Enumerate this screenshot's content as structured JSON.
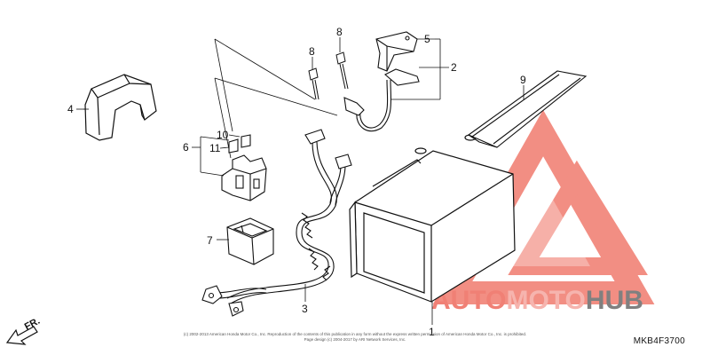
{
  "callouts": [
    {
      "id": "1",
      "label": "1"
    },
    {
      "id": "2",
      "label": "2"
    },
    {
      "id": "3",
      "label": "3"
    },
    {
      "id": "4",
      "label": "4"
    },
    {
      "id": "5",
      "label": "5"
    },
    {
      "id": "6",
      "label": "6"
    },
    {
      "id": "7",
      "label": "7"
    },
    {
      "id": "8a",
      "label": "8"
    },
    {
      "id": "8b",
      "label": "8"
    },
    {
      "id": "9",
      "label": "9"
    },
    {
      "id": "10",
      "label": "10"
    },
    {
      "id": "11",
      "label": "11"
    }
  ],
  "direction_label": "FR.",
  "diagram_code": "MKB4F3700",
  "copyright": {
    "line1": "(c) 2002-2013 American Honda Motor Co., Inc. Reproduction of the contents of this publication in any form without the express written permission of American Honda Motor Co., Inc. is prohibited.",
    "line2": "Page design (c) 2004-2017 by ARI Network Services, Inc."
  },
  "watermark": {
    "part1": "AUTO",
    "part2": "MOTO",
    "part3": "HUB",
    "colors": {
      "red": "#f07a6e",
      "pink": "#f6b1aa",
      "gray": "#7a7a7a"
    }
  }
}
